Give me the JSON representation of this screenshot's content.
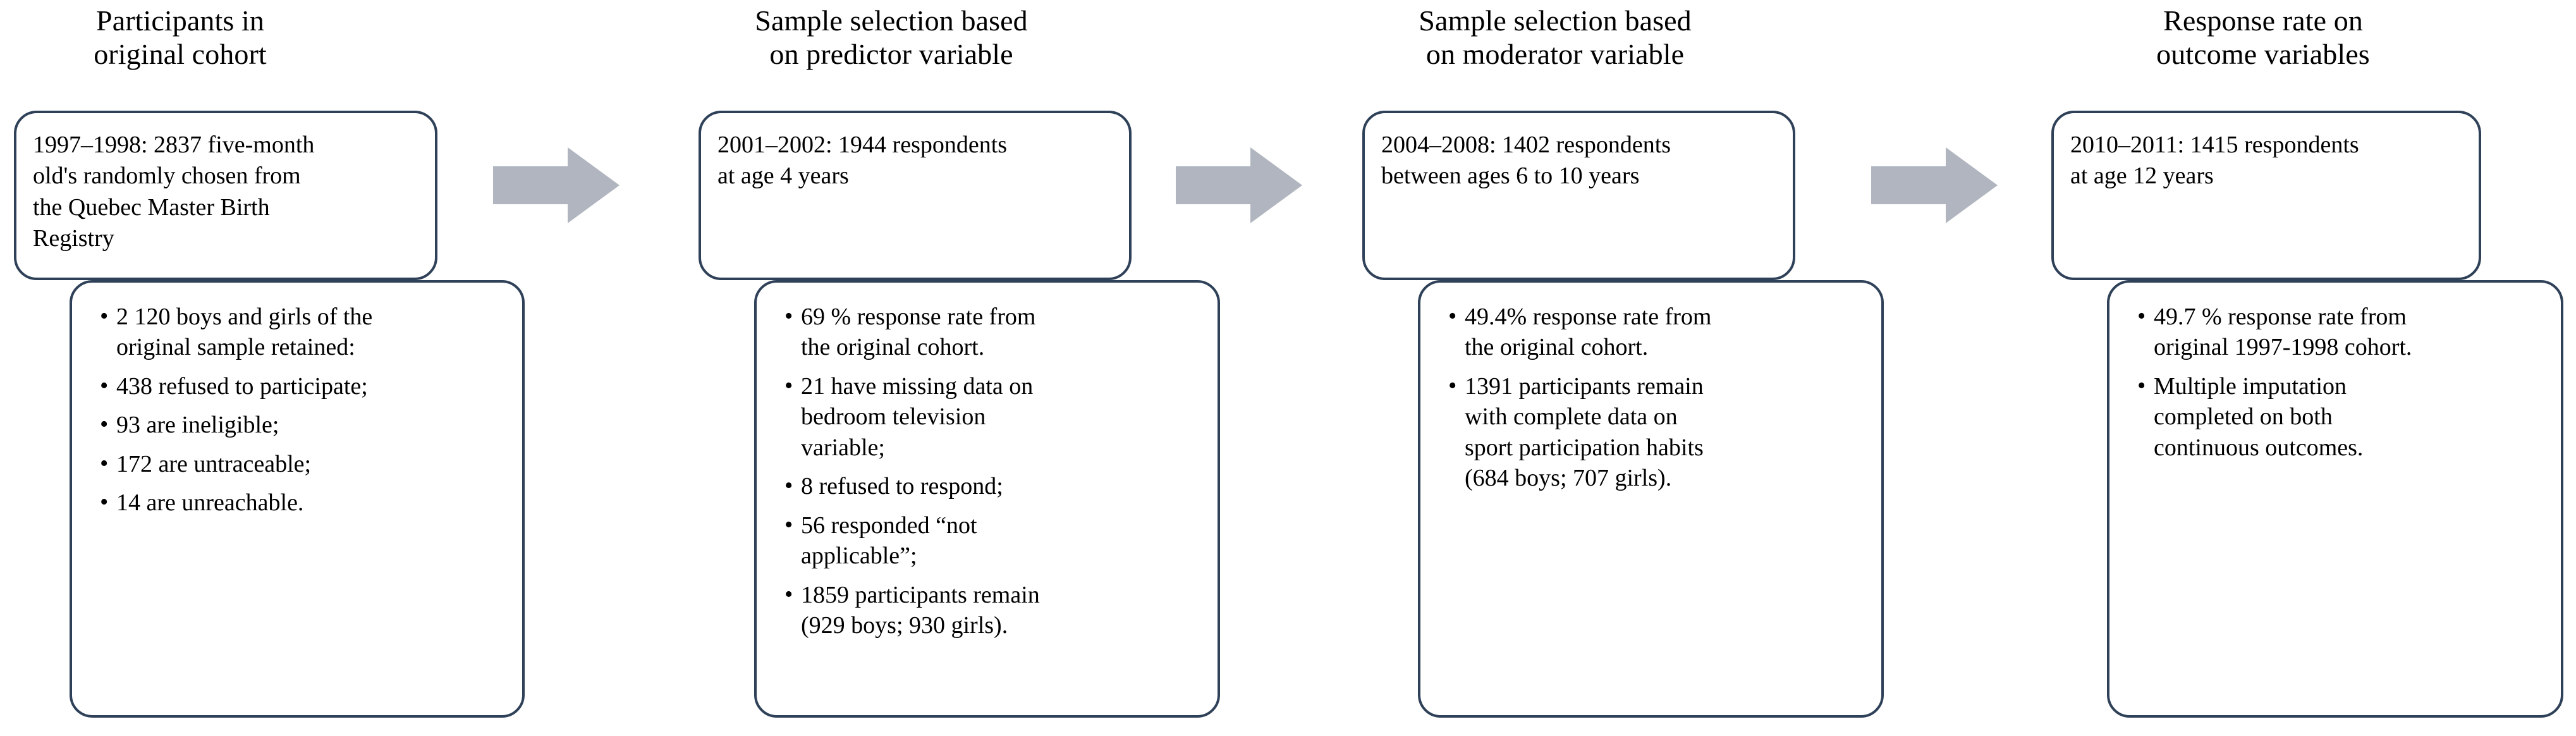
{
  "diagram": {
    "title_visible": false,
    "accent_border_color": "#2f4158",
    "arrow_fill_color": "#b0b5bf",
    "background_color": "#ffffff",
    "bullet_glyph": "•"
  },
  "columns": [
    {
      "header_line1": "Participants in",
      "header_line2": "original cohort",
      "upper_box": {
        "lines": [
          "1997–1998: 2837 five-month",
          "old's randomly chosen from",
          "the Quebec Master Birth",
          "Registry"
        ]
      },
      "lower_box": {
        "bullets": [
          {
            "lines": [
              "2 120 boys and girls of the",
              "original sample retained:"
            ]
          },
          {
            "lines": [
              "438 refused to participate;"
            ]
          },
          {
            "lines": [
              "93 are ineligible;"
            ]
          },
          {
            "lines": [
              "172 are untraceable;"
            ]
          },
          {
            "lines": [
              "14 are unreachable."
            ]
          }
        ]
      }
    },
    {
      "header_line1": "Sample selection based",
      "header_line2": "on predictor variable",
      "upper_box": {
        "lines": [
          "2001–2002: 1944 respondents",
          "at age 4 years"
        ]
      },
      "lower_box": {
        "bullets": [
          {
            "lines": [
              "69 % response rate from",
              "the original cohort."
            ]
          },
          {
            "lines": [
              "21 have missing data on",
              "bedroom television",
              "variable;"
            ]
          },
          {
            "lines": [
              "8 refused to respond;"
            ]
          },
          {
            "lines": [
              "56 responded “not",
              "applicable”;"
            ]
          },
          {
            "lines": [
              "1859 participants remain",
              "(929 boys; 930 girls)."
            ]
          }
        ]
      }
    },
    {
      "header_line1": "Sample selection based",
      "header_line2": "on moderator variable",
      "upper_box": {
        "lines": [
          "2004–2008: 1402 respondents",
          "between ages 6 to 10 years"
        ]
      },
      "lower_box": {
        "bullets": [
          {
            "lines": [
              "49.4% response rate from",
              "the original cohort."
            ]
          },
          {
            "lines": [
              "1391 participants remain",
              "with complete data on",
              "sport participation habits",
              "(684 boys; 707 girls)."
            ]
          }
        ]
      }
    },
    {
      "header_line1": "Response rate on",
      "header_line2": "outcome variables",
      "upper_box": {
        "lines": [
          "2010–2011: 1415 respondents",
          "at age 12 years"
        ]
      },
      "lower_box": {
        "bullets": [
          {
            "lines": [
              "49.7 % response rate from",
              "original 1997-1998 cohort."
            ]
          },
          {
            "lines": [
              "Multiple imputation",
              "completed on both",
              "continuous outcomes."
            ]
          }
        ]
      }
    }
  ],
  "arrows": [
    {
      "name": "arrow-1-to-2"
    },
    {
      "name": "arrow-2-to-3"
    },
    {
      "name": "arrow-3-to-4"
    }
  ]
}
